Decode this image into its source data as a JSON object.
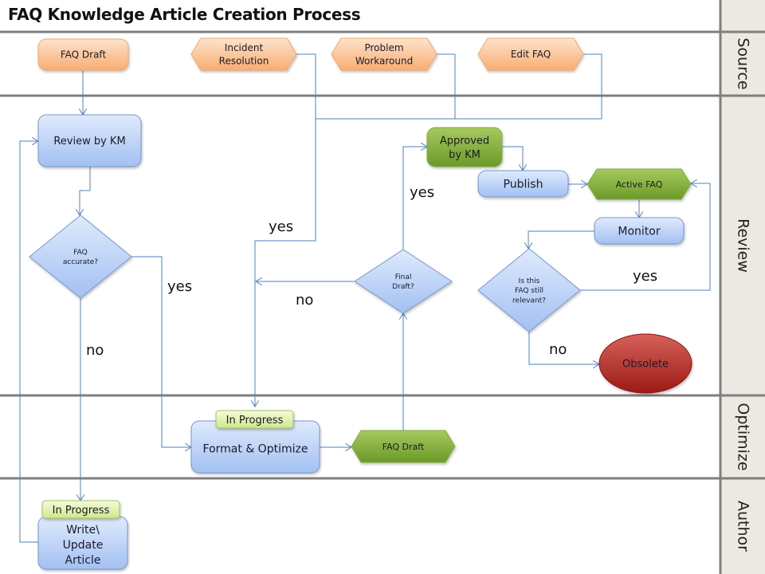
{
  "title": "FAQ Knowledge Article Creation Process",
  "lanes": [
    {
      "id": "source",
      "label": "Source"
    },
    {
      "id": "review",
      "label": "Review"
    },
    {
      "id": "optimize",
      "label": "Optimize"
    },
    {
      "id": "author",
      "label": "Author"
    }
  ],
  "nodes": {
    "faq_draft_source": {
      "label": [
        "FAQ Draft"
      ],
      "shape": "rounded-rect",
      "color": "orange",
      "lane": "source"
    },
    "incident_resolution": {
      "label": [
        "Incident",
        "Resolution"
      ],
      "shape": "hexagon",
      "color": "orange",
      "lane": "source"
    },
    "problem_workaround": {
      "label": [
        "Problem",
        "Workaround"
      ],
      "shape": "hexagon",
      "color": "orange",
      "lane": "source"
    },
    "edit_faq": {
      "label": [
        "Edit FAQ"
      ],
      "shape": "hexagon",
      "color": "orange",
      "lane": "source"
    },
    "review_by_km": {
      "label": [
        "Review by KM"
      ],
      "shape": "rounded-rect",
      "color": "blue",
      "lane": "review"
    },
    "faq_accurate": {
      "label": [
        "FAQ",
        "accurate?"
      ],
      "shape": "diamond",
      "color": "blue",
      "lane": "review"
    },
    "final_draft": {
      "label": [
        "Final",
        "Draft?"
      ],
      "shape": "diamond",
      "color": "blue",
      "lane": "review"
    },
    "approved_by_km": {
      "label": [
        "Approved",
        "by KM"
      ],
      "shape": "rounded-rect",
      "color": "green",
      "lane": "review"
    },
    "publish": {
      "label": [
        "Publish"
      ],
      "shape": "rounded-rect",
      "color": "blue",
      "lane": "review"
    },
    "active_faq": {
      "label": [
        "Active FAQ"
      ],
      "shape": "hexagon",
      "color": "green",
      "lane": "review"
    },
    "monitor": {
      "label": [
        "Monitor"
      ],
      "shape": "rounded-rect",
      "color": "blue",
      "lane": "review"
    },
    "still_relevant": {
      "label": [
        "Is this",
        "FAQ still",
        "relevant?"
      ],
      "shape": "diamond",
      "color": "blue",
      "lane": "review"
    },
    "obsolete": {
      "label": [
        "Obsolete"
      ],
      "shape": "ellipse",
      "color": "red",
      "lane": "review"
    },
    "format_optimize": {
      "label": [
        "Format & Optimize"
      ],
      "shape": "rounded-rect",
      "color": "blue",
      "lane": "optimize",
      "badge": "In Progress"
    },
    "faq_draft_optimize": {
      "label": [
        "FAQ Draft"
      ],
      "shape": "hexagon",
      "color": "green",
      "lane": "optimize"
    },
    "write_update": {
      "label": [
        "Write\\",
        "Update",
        "Article"
      ],
      "shape": "rounded-rect",
      "color": "blue",
      "lane": "author",
      "badge": "In Progress"
    }
  },
  "edges": [
    {
      "from": "faq_draft_source",
      "to": "review_by_km",
      "label": ""
    },
    {
      "from": "incident_resolution",
      "to": "format_optimize",
      "label": "yes"
    },
    {
      "from": "problem_workaround",
      "to": "format_optimize",
      "label": ""
    },
    {
      "from": "edit_faq",
      "to": "format_optimize",
      "label": ""
    },
    {
      "from": "review_by_km",
      "to": "faq_accurate",
      "label": ""
    },
    {
      "from": "faq_accurate",
      "to": "format_optimize",
      "label": "yes"
    },
    {
      "from": "faq_accurate",
      "to": "write_update",
      "label": "no"
    },
    {
      "from": "write_update",
      "to": "review_by_km",
      "label": ""
    },
    {
      "from": "format_optimize",
      "to": "faq_draft_optimize",
      "label": ""
    },
    {
      "from": "faq_draft_optimize",
      "to": "final_draft",
      "label": ""
    },
    {
      "from": "final_draft",
      "to": "approved_by_km",
      "label": "yes"
    },
    {
      "from": "final_draft",
      "to": "format_optimize",
      "label": "no"
    },
    {
      "from": "approved_by_km",
      "to": "publish",
      "label": ""
    },
    {
      "from": "publish",
      "to": "active_faq",
      "label": ""
    },
    {
      "from": "active_faq",
      "to": "monitor",
      "label": ""
    },
    {
      "from": "monitor",
      "to": "still_relevant",
      "label": ""
    },
    {
      "from": "still_relevant",
      "to": "active_faq",
      "label": "yes"
    },
    {
      "from": "still_relevant",
      "to": "obsolete",
      "label": "no"
    }
  ],
  "colors": {
    "lane_divider": "#7f7f7f",
    "lane_header_bg": "#ebe9e1",
    "connector": "#4f81bd",
    "orange_top": "#fde0c8",
    "orange_bottom": "#f9b27a",
    "orange_stroke": "#f4a460",
    "blue_top": "#dbe8fb",
    "blue_bottom": "#a5c2f3",
    "blue_stroke": "#6b8fc8",
    "green_top": "#a2c65a",
    "green_bottom": "#6b9a28",
    "green_stroke": "#7ea53a",
    "red_top": "#d35a55",
    "red_bottom": "#a01a16",
    "badge_top": "#f3fbd8",
    "badge_bottom": "#cfea8a",
    "badge_stroke": "#9bbb59"
  }
}
